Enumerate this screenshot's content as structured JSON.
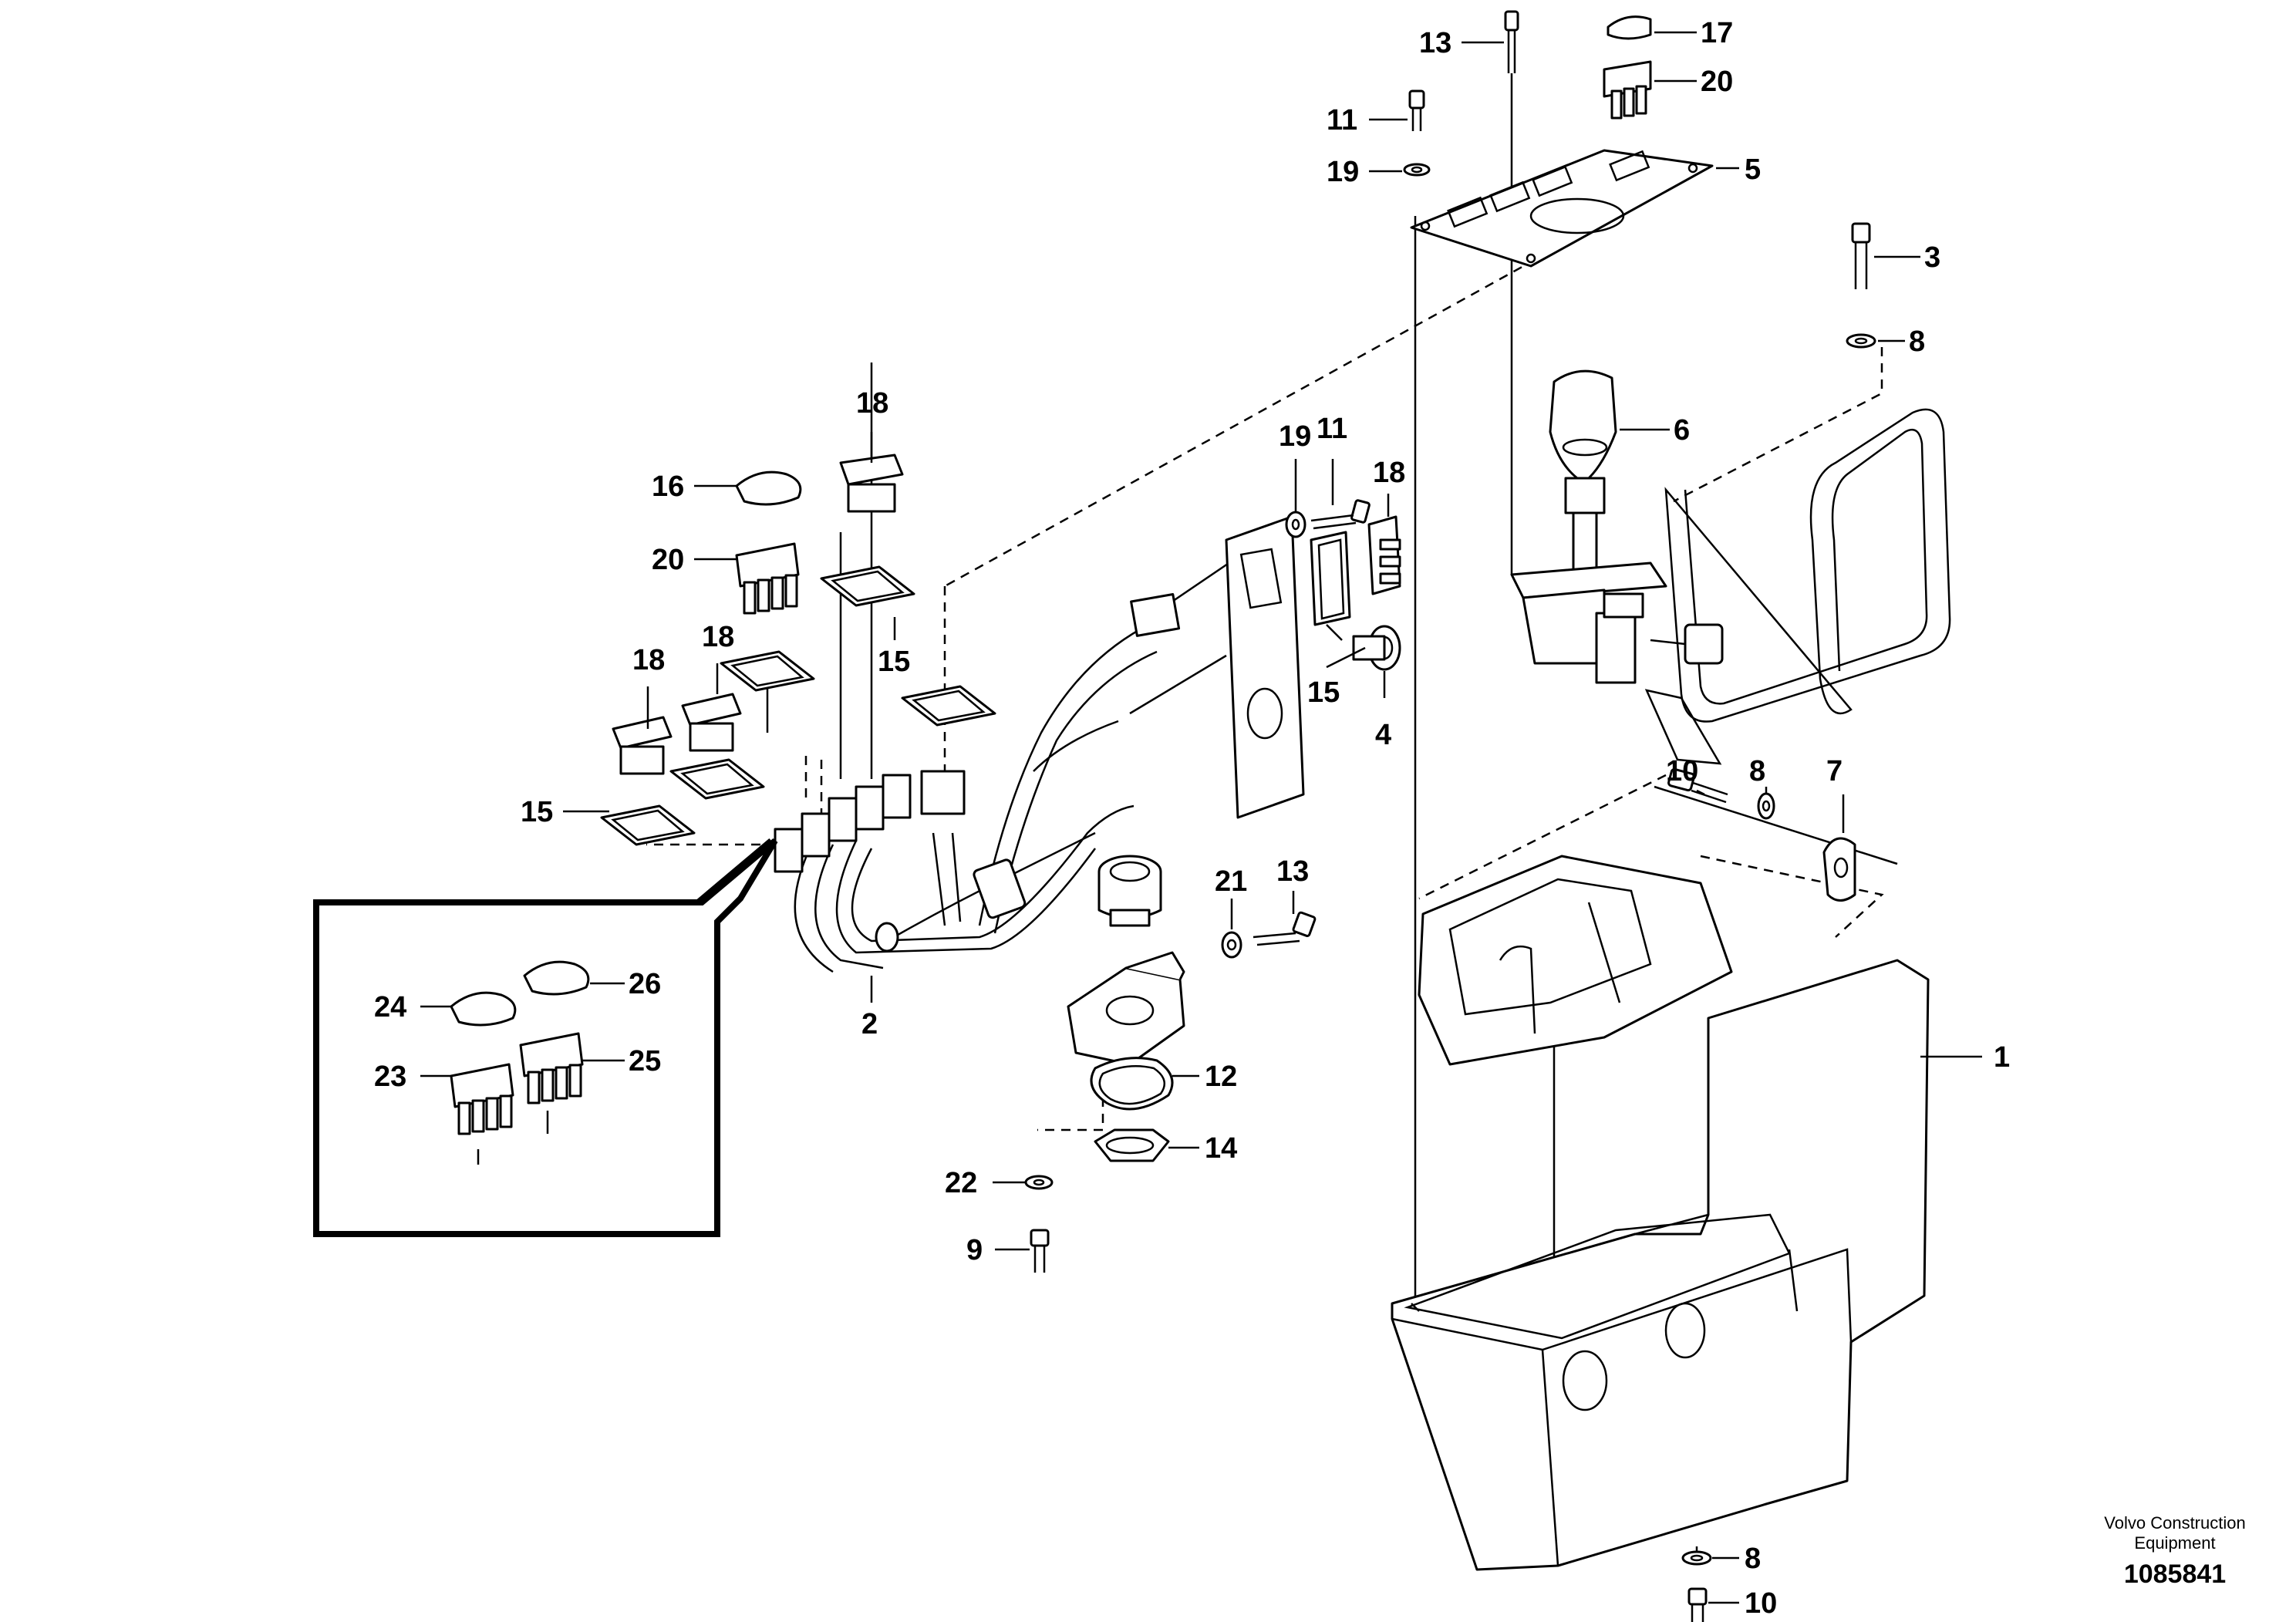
{
  "credit": {
    "line1": "Volvo Construction",
    "line2": "Equipment"
  },
  "doc_number": "1085841",
  "callouts": [
    {
      "id": "c13a",
      "text": "13"
    },
    {
      "id": "c17",
      "text": "17"
    },
    {
      "id": "c20a",
      "text": "20"
    },
    {
      "id": "c11a",
      "text": "11"
    },
    {
      "id": "c19a",
      "text": "19"
    },
    {
      "id": "c5",
      "text": "5"
    },
    {
      "id": "c3",
      "text": "3"
    },
    {
      "id": "c8a",
      "text": "8"
    },
    {
      "id": "c6",
      "text": "6"
    },
    {
      "id": "c18a",
      "text": "18"
    },
    {
      "id": "c19b",
      "text": "19"
    },
    {
      "id": "c11b",
      "text": "11"
    },
    {
      "id": "c18b",
      "text": "18"
    },
    {
      "id": "c16",
      "text": "16"
    },
    {
      "id": "c20b",
      "text": "20"
    },
    {
      "id": "c15a",
      "text": "15"
    },
    {
      "id": "c18c",
      "text": "18"
    },
    {
      "id": "c18d",
      "text": "18"
    },
    {
      "id": "c15b",
      "text": "15"
    },
    {
      "id": "c4",
      "text": "4"
    },
    {
      "id": "c15c",
      "text": "15"
    },
    {
      "id": "c10a",
      "text": "10"
    },
    {
      "id": "c8b",
      "text": "8"
    },
    {
      "id": "c7",
      "text": "7"
    },
    {
      "id": "c21",
      "text": "21"
    },
    {
      "id": "c13b",
      "text": "13"
    },
    {
      "id": "c2",
      "text": "2"
    },
    {
      "id": "c24",
      "text": "24"
    },
    {
      "id": "c26",
      "text": "26"
    },
    {
      "id": "c23",
      "text": "23"
    },
    {
      "id": "c25",
      "text": "25"
    },
    {
      "id": "c12",
      "text": "12"
    },
    {
      "id": "c14",
      "text": "14"
    },
    {
      "id": "c22",
      "text": "22"
    },
    {
      "id": "c9",
      "text": "9"
    },
    {
      "id": "c1",
      "text": "1"
    },
    {
      "id": "c8c",
      "text": "8"
    },
    {
      "id": "c10b",
      "text": "10"
    }
  ]
}
